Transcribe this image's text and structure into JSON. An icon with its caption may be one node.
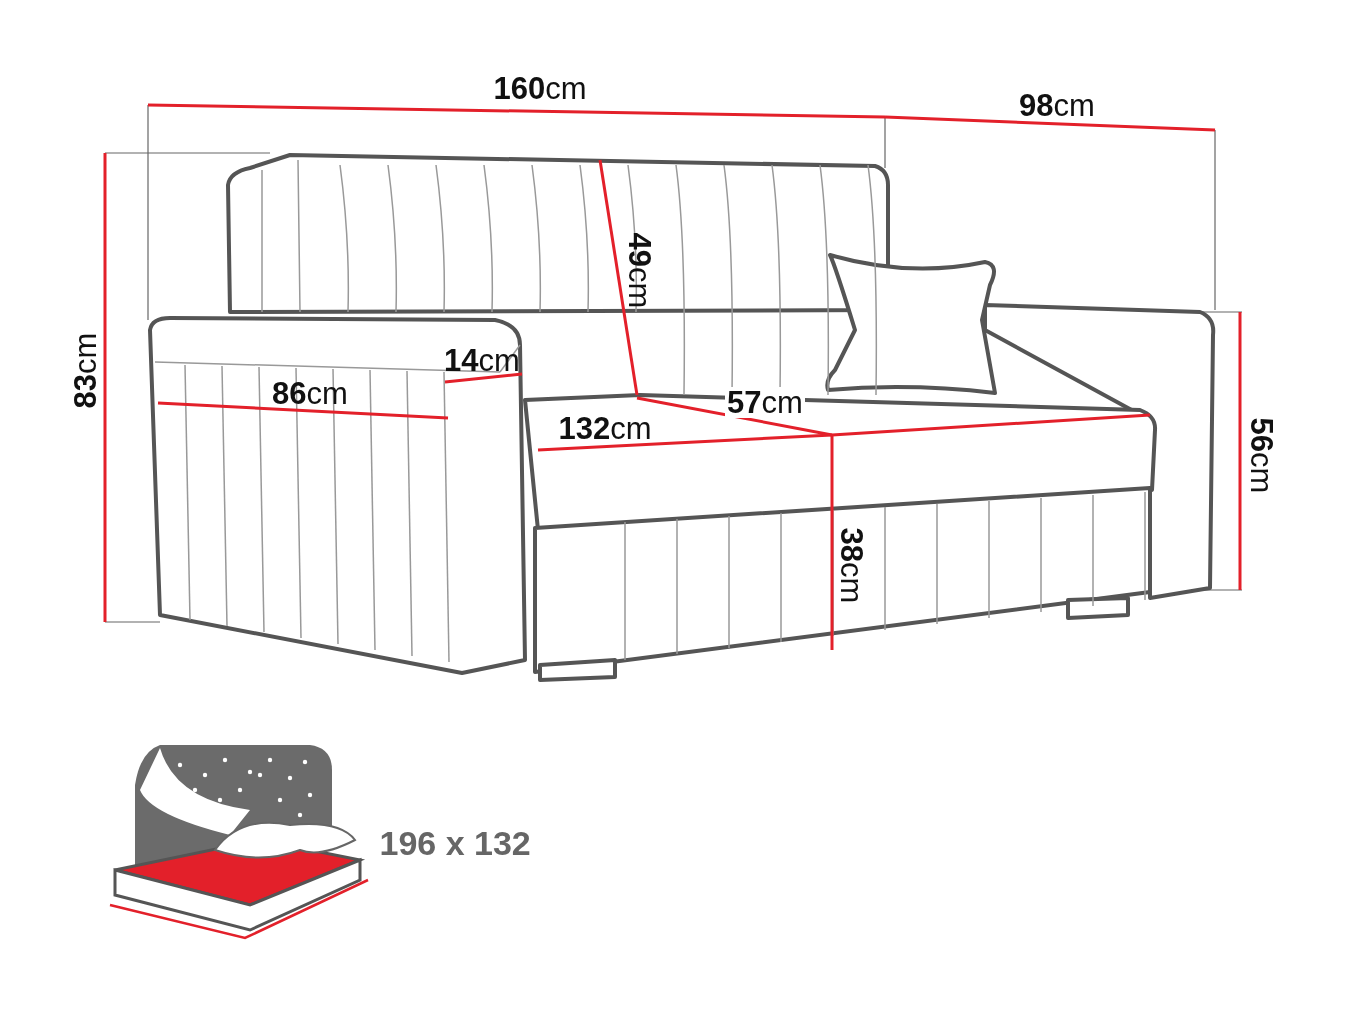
{
  "diagram": {
    "labels": [
      "**160**cm",
      "**98**cm",
      "**83**cm",
      "**49**cm",
      "**14**cm",
      "**86**cm",
      "**57**cm",
      "**132**cm",
      "**56**cm",
      "**38**cm",
      "196 x 132"
    ]
  }
}
